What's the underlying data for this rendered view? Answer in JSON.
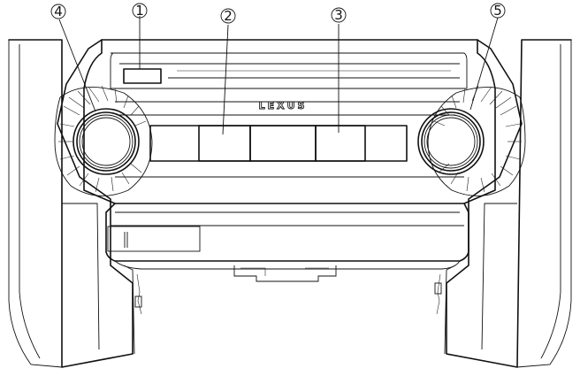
{
  "brand_logo": "LEXUS",
  "callouts": [
    {
      "id": 1,
      "label": "①"
    },
    {
      "id": 2,
      "label": "②"
    },
    {
      "id": 3,
      "label": "③"
    },
    {
      "id": 4,
      "label": "④"
    },
    {
      "id": 5,
      "label": "⑤"
    }
  ],
  "colors": {
    "line": "#111111",
    "background": "#ffffff"
  }
}
